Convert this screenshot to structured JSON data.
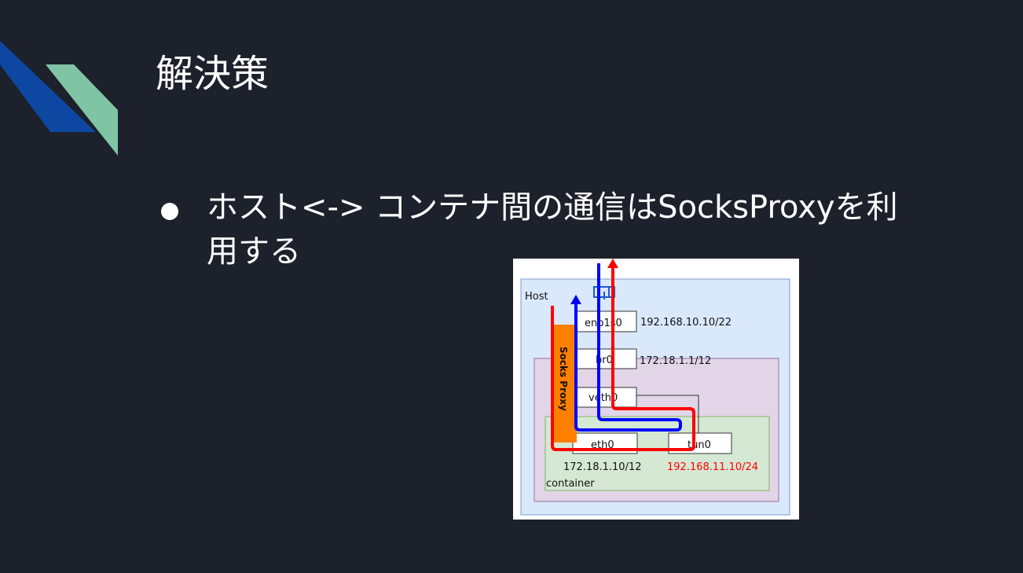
{
  "slide": {
    "title": "解決策",
    "bullets": [
      {
        "text": "ホスト<-> コンテナ間の通信はSocksProxyを利用する"
      }
    ],
    "colors": {
      "background": "#1c212c",
      "accent_blue": "#0d47a1",
      "accent_green": "#7fc4a4"
    }
  },
  "diagram": {
    "host_label": "Host",
    "container_label": "container",
    "proxy_label": "Socks Proxy",
    "interfaces": {
      "enp1s0": "enp1s0",
      "br0": "br0",
      "veth0": "veth0",
      "eth0": "eth0",
      "tun0": "tun0"
    },
    "addresses": {
      "enp1s0": "192.168.10.10/22",
      "br0": "172.18.1.1/12",
      "eth0": "172.18.1.10/12",
      "tun0": "192.168.11.10/24"
    },
    "icons": [
      "network-device-icon"
    ],
    "colors": {
      "host_fill": "#dae8fc",
      "bridge_fill": "#e1d5e7",
      "container_fill": "#d5e8d4",
      "proxy_fill": "#ff7f00",
      "flow_red": "#ff0000",
      "flow_blue": "#0000ff",
      "tun_address": "#ff0000"
    }
  }
}
